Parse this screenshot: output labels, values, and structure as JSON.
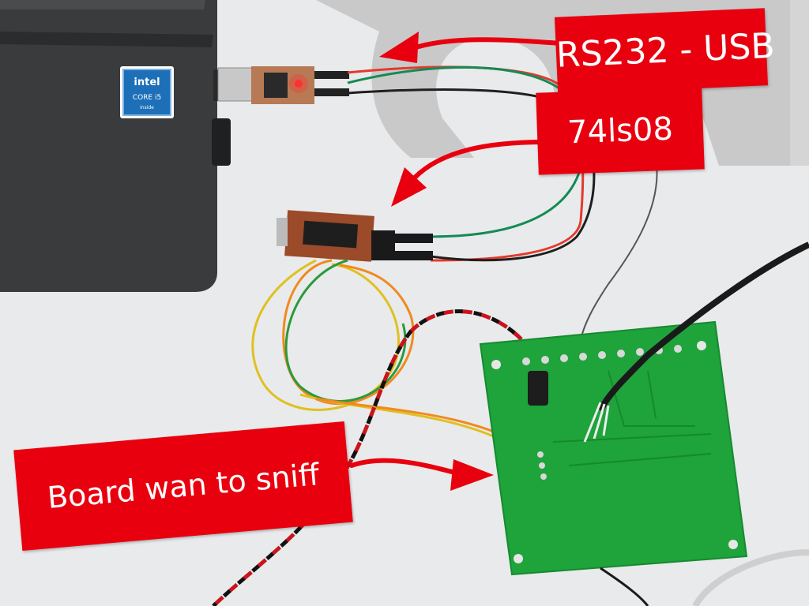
{
  "annotations": {
    "usb_adapter_label": "RS232 - USB",
    "logic_chip_label": "74ls08",
    "target_board_label": "Board wan to sniff"
  },
  "laptop": {
    "sticker_brand": "intel",
    "sticker_line1": "CORE i5",
    "sticker_line2": "inside"
  },
  "colors": {
    "callout_red": "#e8000f",
    "pcb_green": "#1fa33b",
    "laptop_body": "#3a3b3d",
    "intel_blue": "#1d6fb8"
  }
}
